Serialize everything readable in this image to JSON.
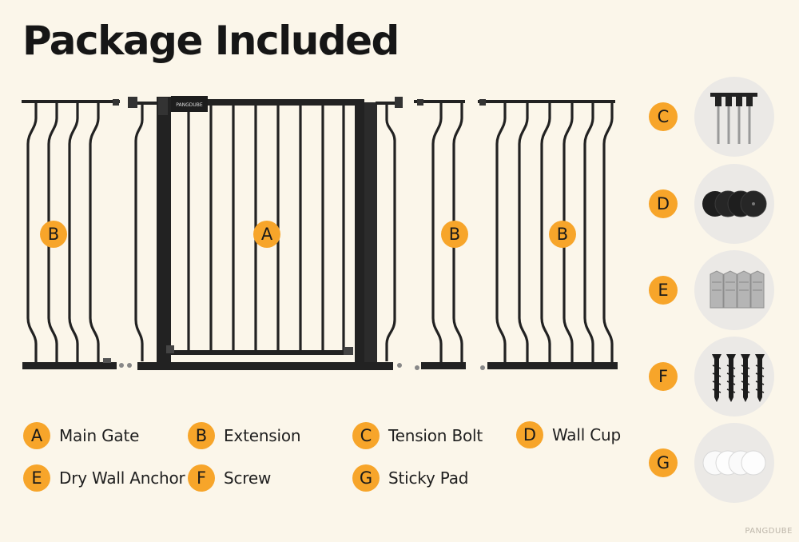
{
  "title": "Package Included",
  "brand_on_gate": "PANGDUBE",
  "watermark": "PANGDUBE",
  "accent_color": "#f7a52a",
  "gate_badges": [
    {
      "letter": "B",
      "part": "left-extension"
    },
    {
      "letter": "A",
      "part": "main-gate"
    },
    {
      "letter": "B",
      "part": "small-extension"
    },
    {
      "letter": "B",
      "part": "right-extension"
    }
  ],
  "legend": [
    {
      "letter": "A",
      "label": "Main Gate"
    },
    {
      "letter": "B",
      "label": "Extension"
    },
    {
      "letter": "C",
      "label": "Tension Bolt"
    },
    {
      "letter": "D",
      "label": "Wall Cup"
    },
    {
      "letter": "E",
      "label": "Dry Wall Anchor"
    },
    {
      "letter": "F",
      "label": "Screw"
    },
    {
      "letter": "G",
      "label": "Sticky Pad"
    }
  ],
  "accessories": [
    {
      "letter": "C",
      "icon": "tension-bolt-icon"
    },
    {
      "letter": "D",
      "icon": "wall-cup-icon"
    },
    {
      "letter": "E",
      "icon": "wall-anchor-icon"
    },
    {
      "letter": "F",
      "icon": "screw-icon"
    },
    {
      "letter": "G",
      "icon": "sticky-pad-icon"
    }
  ]
}
